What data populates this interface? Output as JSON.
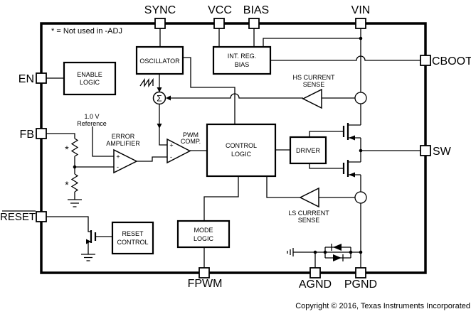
{
  "note": "* = Not used in -ADJ",
  "pins": {
    "sync": "SYNC",
    "vcc": "VCC",
    "bias": "BIAS",
    "vin": "VIN",
    "en": "EN",
    "fb": "FB",
    "reset": "RESET",
    "cboot": "CBOOT",
    "sw": "SW",
    "fpwm": "FPWM",
    "agnd": "AGND",
    "pgnd": "PGND"
  },
  "blocks": {
    "enable_logic_l1": "ENABLE",
    "enable_logic_l2": "LOGIC",
    "oscillator": "OSCILLATOR",
    "int_reg_bias_l1": "INT. REG.",
    "int_reg_bias_l2": "BIAS",
    "control_logic_l1": "CONTROL",
    "control_logic_l2": "LOGIC",
    "driver": "DRIVER",
    "mode_logic_l1": "MODE",
    "mode_logic_l2": "LOGIC",
    "reset_control_l1": "RESET",
    "reset_control_l2": "CONTROL"
  },
  "labels": {
    "reference_l1": "1.0 V",
    "reference_l2": "Reference",
    "error_amp_l1": "ERROR",
    "error_amp_l2": "AMPLIFIER",
    "pwm_comp_l1": "PWM",
    "pwm_comp_l2": "COMP.",
    "hs_sense_l1": "HS CURRENT",
    "hs_sense_l2": "SENSE",
    "ls_sense_l1": "LS CURRENT",
    "ls_sense_l2": "SENSE",
    "sigma": "Σ",
    "plus": "+",
    "minus": "-",
    "asterisk": "*"
  },
  "footer": {
    "copyright": "Copyright © 2016, Texas Instruments Incorporated"
  },
  "colors": {
    "line": "#000000",
    "background": "#ffffff"
  }
}
